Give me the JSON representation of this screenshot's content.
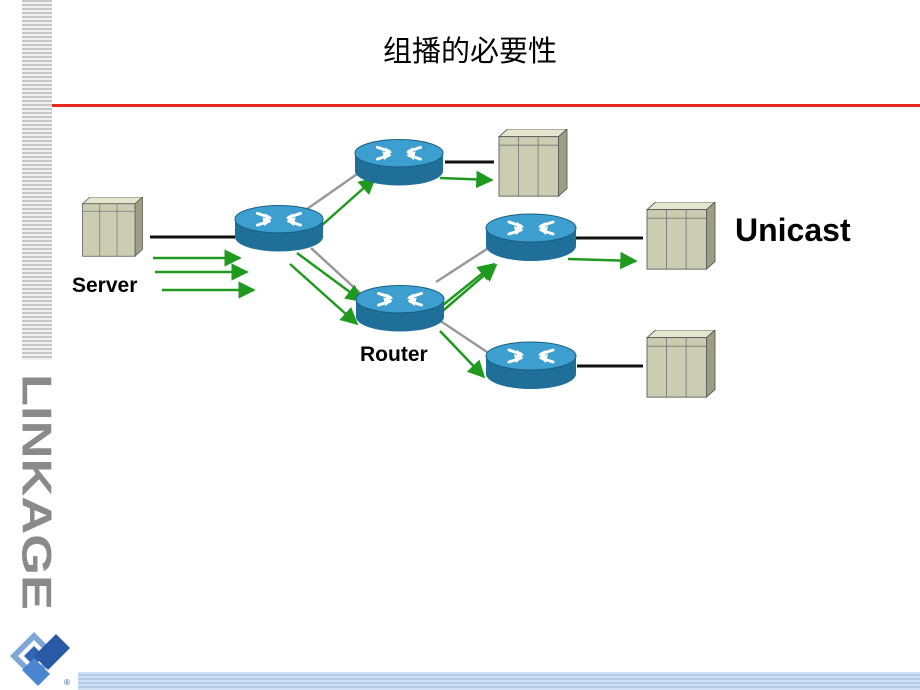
{
  "slide": {
    "title": "组播的必要性",
    "brand_text": "LINKAGE"
  },
  "diagram": {
    "labels": {
      "server": "Server",
      "router": "Router",
      "unicast": "Unicast"
    },
    "colors": {
      "accent_rule": "#e8281e",
      "flow_arrow": "#1f9a1f",
      "router_body": "#2f8fc0",
      "server_body": "#ccccb3",
      "link": "#111111"
    }
  }
}
